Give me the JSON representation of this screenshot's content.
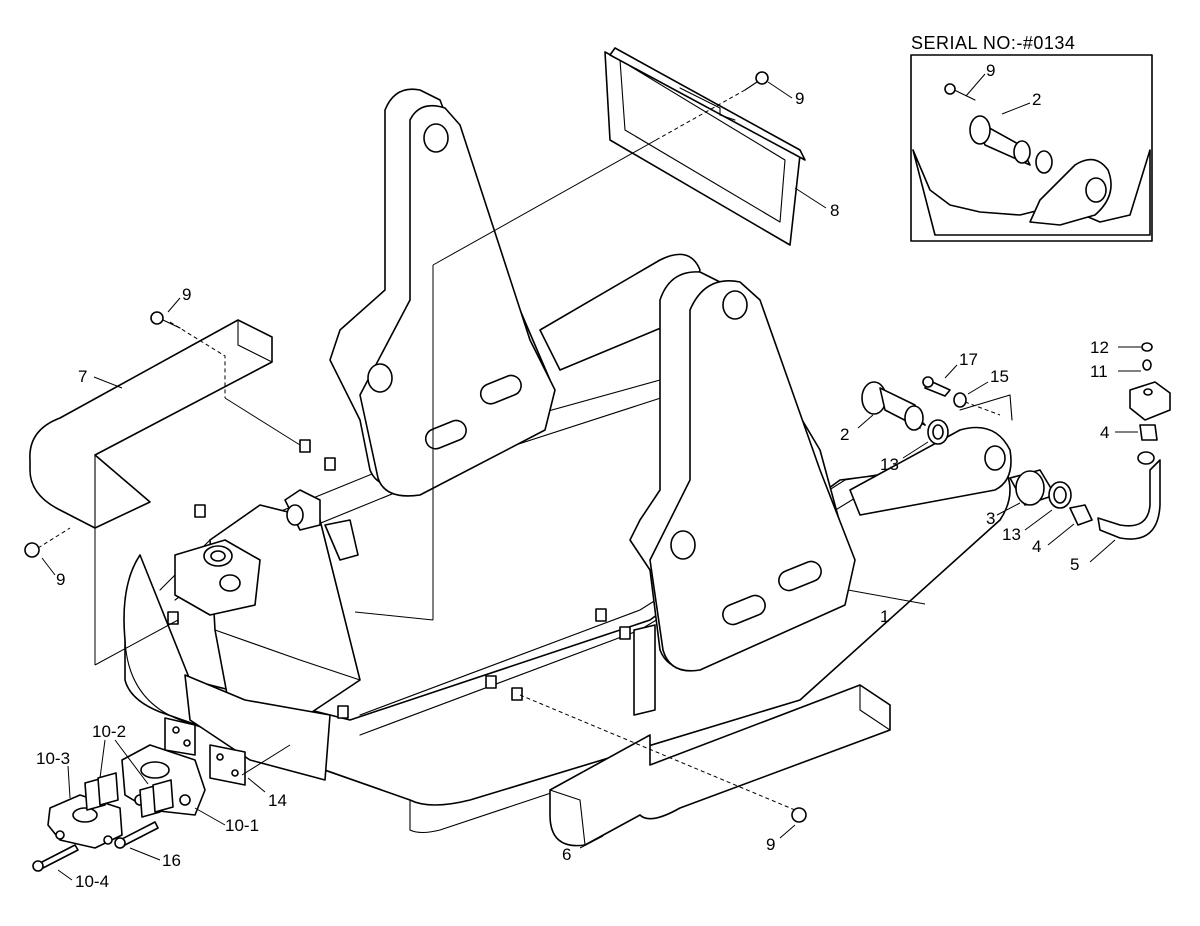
{
  "inset": {
    "serial_label": "SERIAL NO:-#0134"
  },
  "callouts": [
    {
      "id": "c-9-top",
      "text": "9"
    },
    {
      "id": "c-8",
      "text": "8"
    },
    {
      "id": "c-9-inset",
      "text": "9"
    },
    {
      "id": "c-2-inset",
      "text": "2"
    },
    {
      "id": "c-9-left",
      "text": "9"
    },
    {
      "id": "c-7",
      "text": "7"
    },
    {
      "id": "c-9-leftlow",
      "text": "9"
    },
    {
      "id": "c-17",
      "text": "17"
    },
    {
      "id": "c-15",
      "text": "15"
    },
    {
      "id": "c-2",
      "text": "2"
    },
    {
      "id": "c-13-a",
      "text": "13"
    },
    {
      "id": "c-12",
      "text": "12"
    },
    {
      "id": "c-11",
      "text": "11"
    },
    {
      "id": "c-4-a",
      "text": "4"
    },
    {
      "id": "c-3",
      "text": "3"
    },
    {
      "id": "c-13-b",
      "text": "13"
    },
    {
      "id": "c-4-b",
      "text": "4"
    },
    {
      "id": "c-5",
      "text": "5"
    },
    {
      "id": "c-1",
      "text": "1"
    },
    {
      "id": "c-10-3",
      "text": "10-3"
    },
    {
      "id": "c-10-2",
      "text": "10-2"
    },
    {
      "id": "c-14",
      "text": "14"
    },
    {
      "id": "c-10-1",
      "text": "10-1"
    },
    {
      "id": "c-16",
      "text": "16"
    },
    {
      "id": "c-10-4",
      "text": "10-4"
    },
    {
      "id": "c-6",
      "text": "6"
    },
    {
      "id": "c-9-bottom",
      "text": "9"
    }
  ]
}
